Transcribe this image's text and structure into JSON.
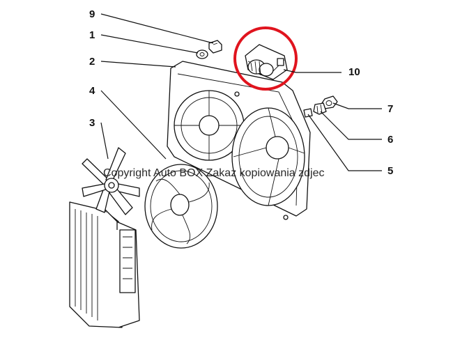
{
  "callouts": {
    "c9": "9",
    "c1": "1",
    "c2": "2",
    "c4": "4",
    "c3": "3",
    "c10": "10",
    "c7": "7",
    "c6": "6",
    "c5": "5"
  },
  "watermark": "Copyright Auto BOX Zakaz kopiowania zdjec",
  "colors": {
    "highlight_circle": "#e0141e",
    "line": "#111111",
    "background": "#ffffff"
  }
}
